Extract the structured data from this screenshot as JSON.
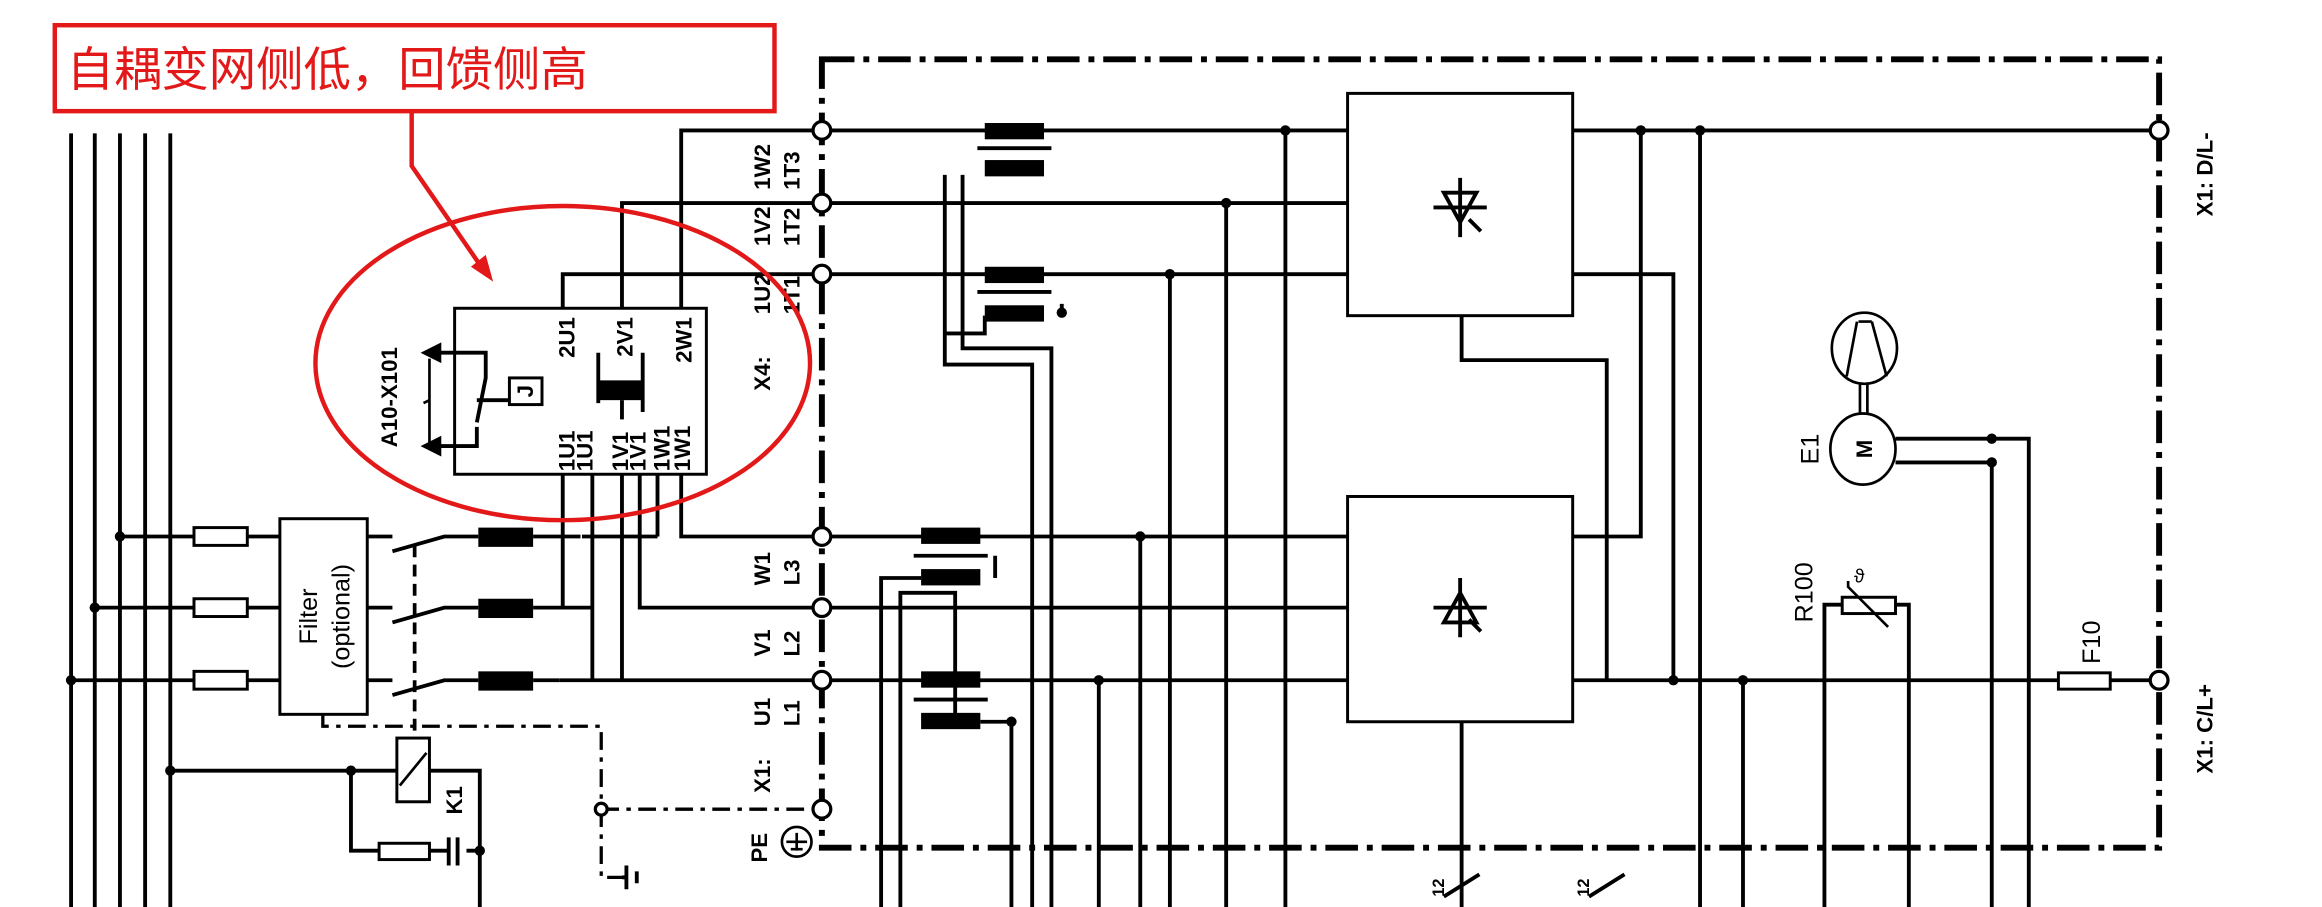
{
  "annotation": {
    "text": "自耦变网侧低，回馈侧高",
    "color": "#e31818"
  },
  "autotransformer": {
    "connector": "A10-X101",
    "relay": "J",
    "outputs": [
      "2U1",
      "2V1",
      "2W1"
    ],
    "inputs": [
      "1U1",
      "1U1",
      "1V1",
      "1V1",
      "1W1",
      "1W1"
    ]
  },
  "terminals_x4": {
    "prefix": "X4:",
    "rows": [
      {
        "top": "1W2",
        "bottom": "1T3"
      },
      {
        "top": "1V2",
        "bottom": "1T2"
      },
      {
        "top": "1U2",
        "bottom": "1T1"
      }
    ]
  },
  "terminals_x1": {
    "prefix": "X1:",
    "rows": [
      {
        "top": "W1",
        "bottom": "L3"
      },
      {
        "top": "V1",
        "bottom": "L2"
      },
      {
        "top": "U1",
        "bottom": "L1"
      }
    ],
    "pe": "PE"
  },
  "filter": {
    "line1": "Filter",
    "line2": "(optional)"
  },
  "contactor": "K1",
  "fan": {
    "label": "E1",
    "motor": "M"
  },
  "thermistor": {
    "label": "R100",
    "symbol": "ϑ"
  },
  "fuse": "F10",
  "dc_terminals": {
    "negative": "X1: D/L-",
    "positive": "X1: C/L+"
  },
  "bus_width_marks": [
    "12",
    "12"
  ]
}
